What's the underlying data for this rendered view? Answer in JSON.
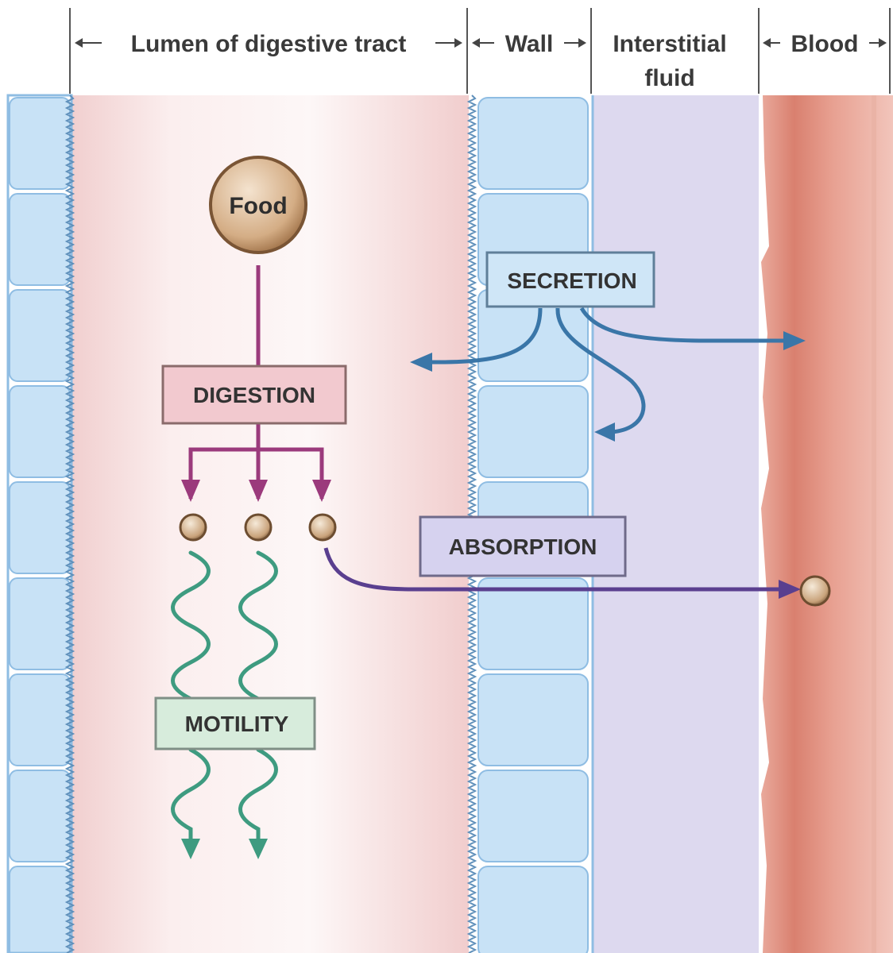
{
  "header": {
    "lumen": "Lumen of digestive tract",
    "wall": "Wall",
    "interstitial_line1": "Interstitial",
    "interstitial_line2": "fluid",
    "blood": "Blood"
  },
  "nodes": {
    "food": "Food",
    "digestion": "DIGESTION",
    "secretion": "SECRETION",
    "absorption": "ABSORPTION",
    "motility": "MOTILITY"
  },
  "colors": {
    "digestion_fill": "#f2c9cf",
    "secretion_fill": "#cfe6f7",
    "absorption_fill": "#d6d2ef",
    "motility_fill": "#d7ecdc",
    "digestion_arrows": "#9b3a7c",
    "secretion_arrows": "#3a76a8",
    "motility_arrows": "#3e9b80",
    "absorption_arrow": "#5a3f8f",
    "lumen_bg": "#f6dcdc",
    "wall_cells": "#bfdcf3",
    "interstitial_bg": "#ddd9ef",
    "blood": "#d9806f"
  }
}
